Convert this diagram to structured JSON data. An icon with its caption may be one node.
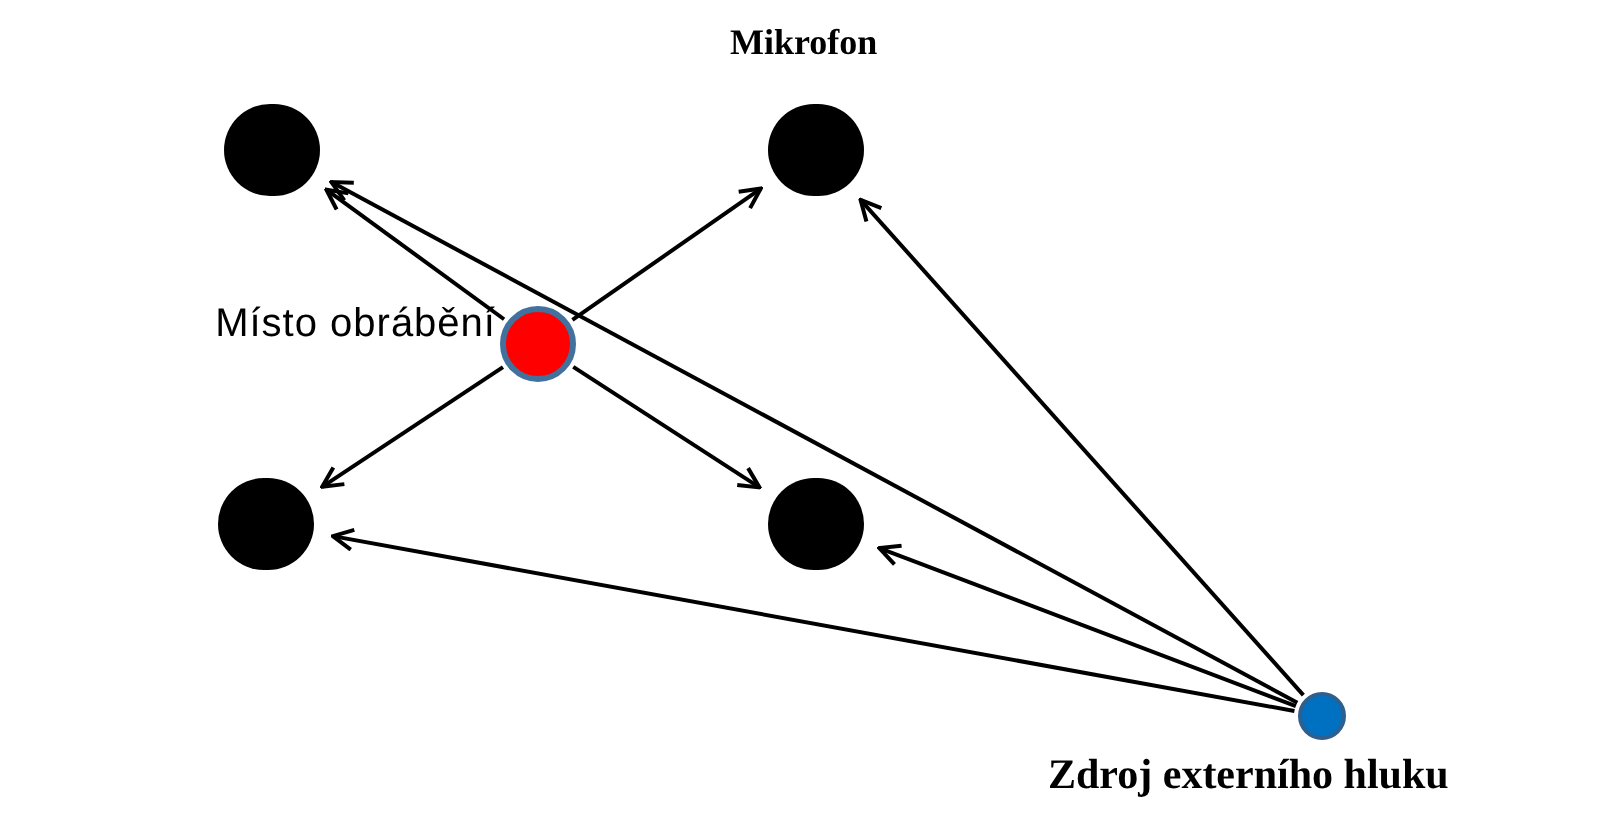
{
  "diagram": {
    "nodes": [
      {
        "text": [],
        "shape": "circle"
      },
      {
        "text": [],
        "shape": "circle",
        "beside": [
          "Mikrofon"
        ]
      },
      {
        "text": [],
        "shape": "circle",
        "beside": [
          "Místo obrábění"
        ]
      },
      {
        "text": [],
        "shape": "circle"
      },
      {
        "text": [],
        "shape": "circle"
      },
      {
        "text": [],
        "shape": "circle",
        "beside": [
          "Zdroj externího hluku"
        ]
      }
    ],
    "edges": [
      {
        "from": 2,
        "to": 0,
        "arrow": "to"
      },
      {
        "from": 2,
        "to": 1,
        "arrow": "to"
      },
      {
        "from": 2,
        "to": 3,
        "arrow": "to"
      },
      {
        "from": 2,
        "to": 4,
        "arrow": "to"
      },
      {
        "from": 5,
        "to": 0,
        "arrow": "to"
      },
      {
        "from": 5,
        "to": 1,
        "arrow": "to"
      },
      {
        "from": 5,
        "to": 3,
        "arrow": "to"
      },
      {
        "from": 5,
        "to": 4,
        "arrow": "to"
      }
    ]
  }
}
